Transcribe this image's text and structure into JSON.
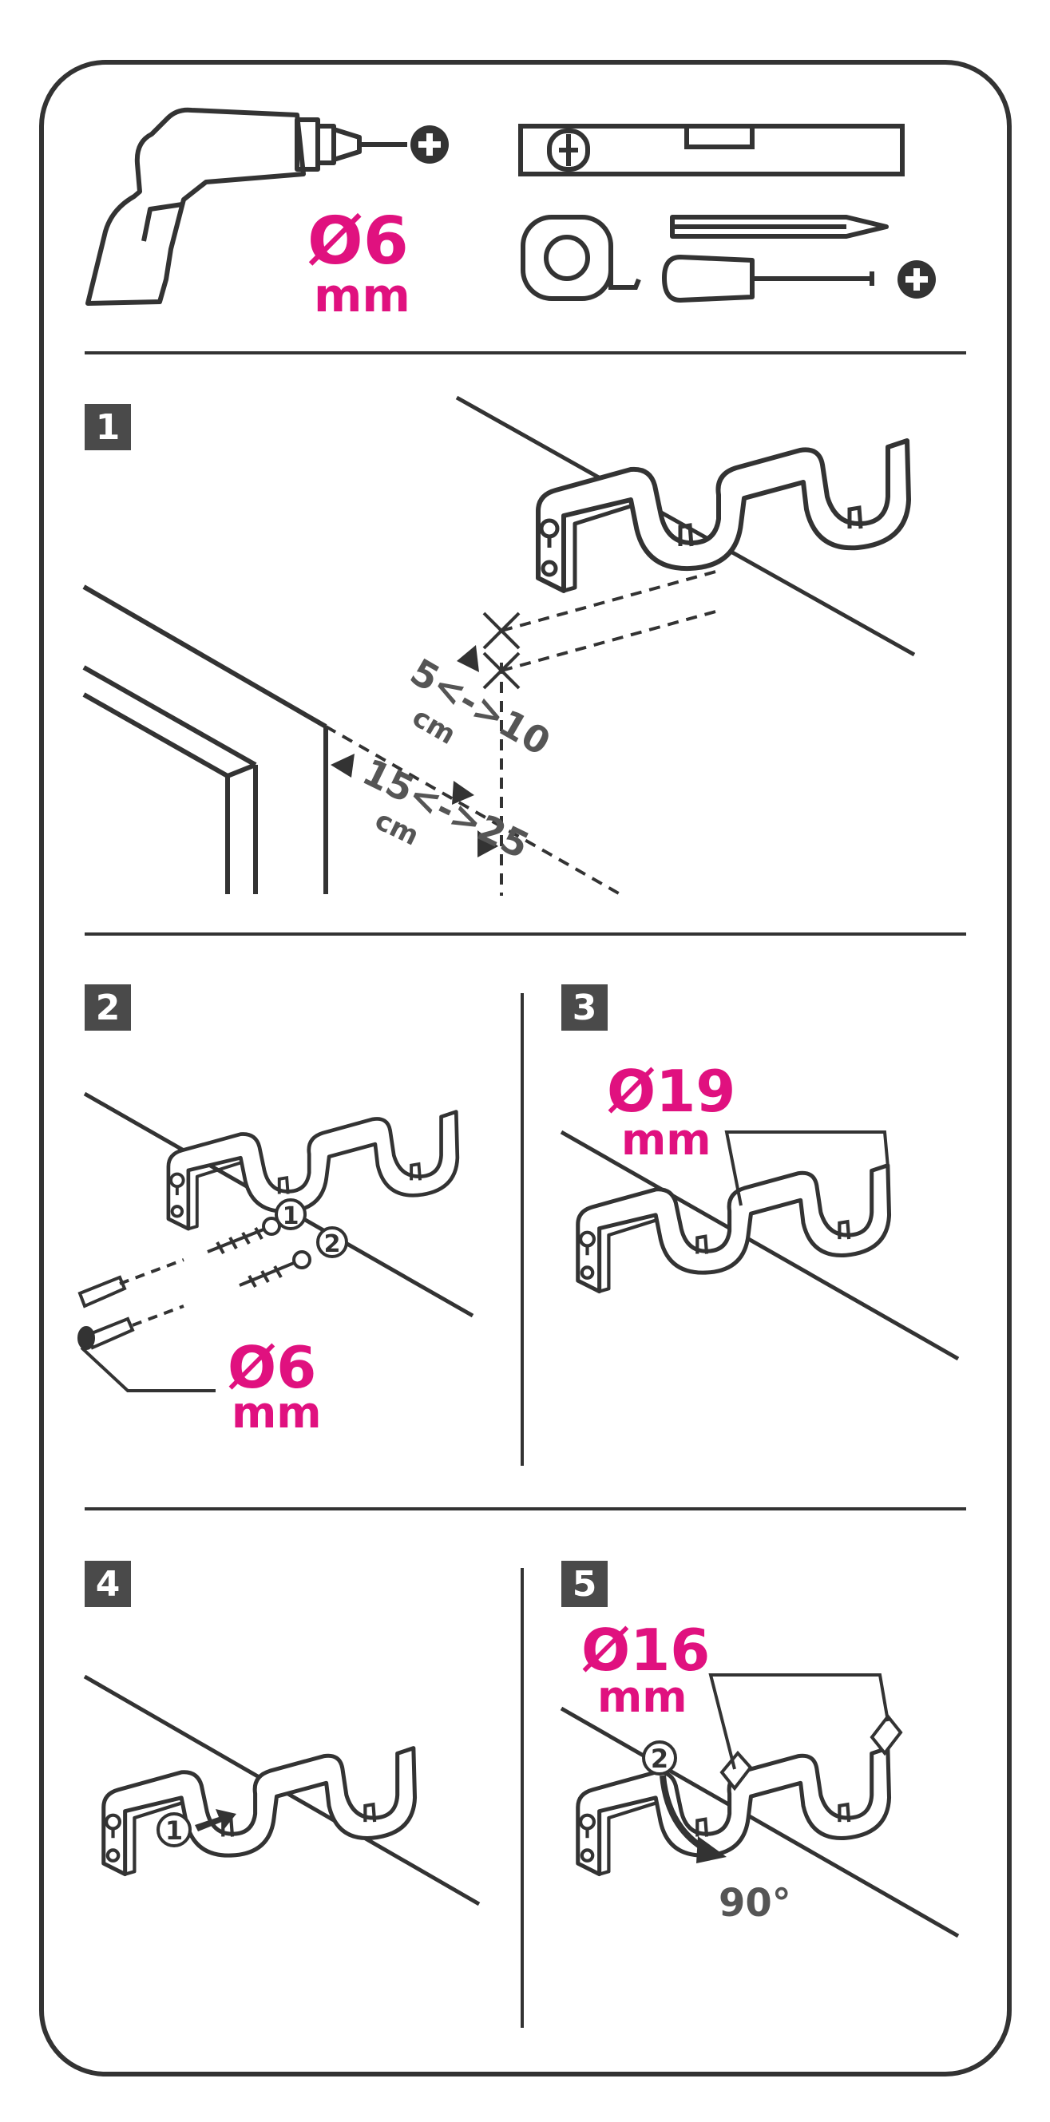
{
  "colors": {
    "accent": "#e0117f",
    "ink": "#4a4a4a",
    "line": "#333333"
  },
  "tools": {
    "drill_bit": {
      "symbol": "Ø6",
      "unit": "mm"
    },
    "icons": [
      "drill-icon",
      "plus-icon",
      "spirit-level-icon",
      "tape-measure-icon",
      "pencil-icon",
      "screwdriver-icon",
      "plus-icon"
    ]
  },
  "steps": [
    {
      "number": "1",
      "dim_a": {
        "range": "5<->10",
        "unit": "cm"
      },
      "dim_b": {
        "range": "15<->25",
        "unit": "cm"
      }
    },
    {
      "number": "2",
      "markers": [
        "1",
        "2"
      ],
      "drill": {
        "symbol": "Ø6",
        "unit": "mm"
      }
    },
    {
      "number": "3",
      "rod": {
        "symbol": "Ø19",
        "unit": "mm"
      }
    },
    {
      "number": "4",
      "markers": [
        "1"
      ]
    },
    {
      "number": "5",
      "markers": [
        "2"
      ],
      "rod": {
        "symbol": "Ø16",
        "unit": "mm"
      },
      "angle": "90°"
    }
  ]
}
